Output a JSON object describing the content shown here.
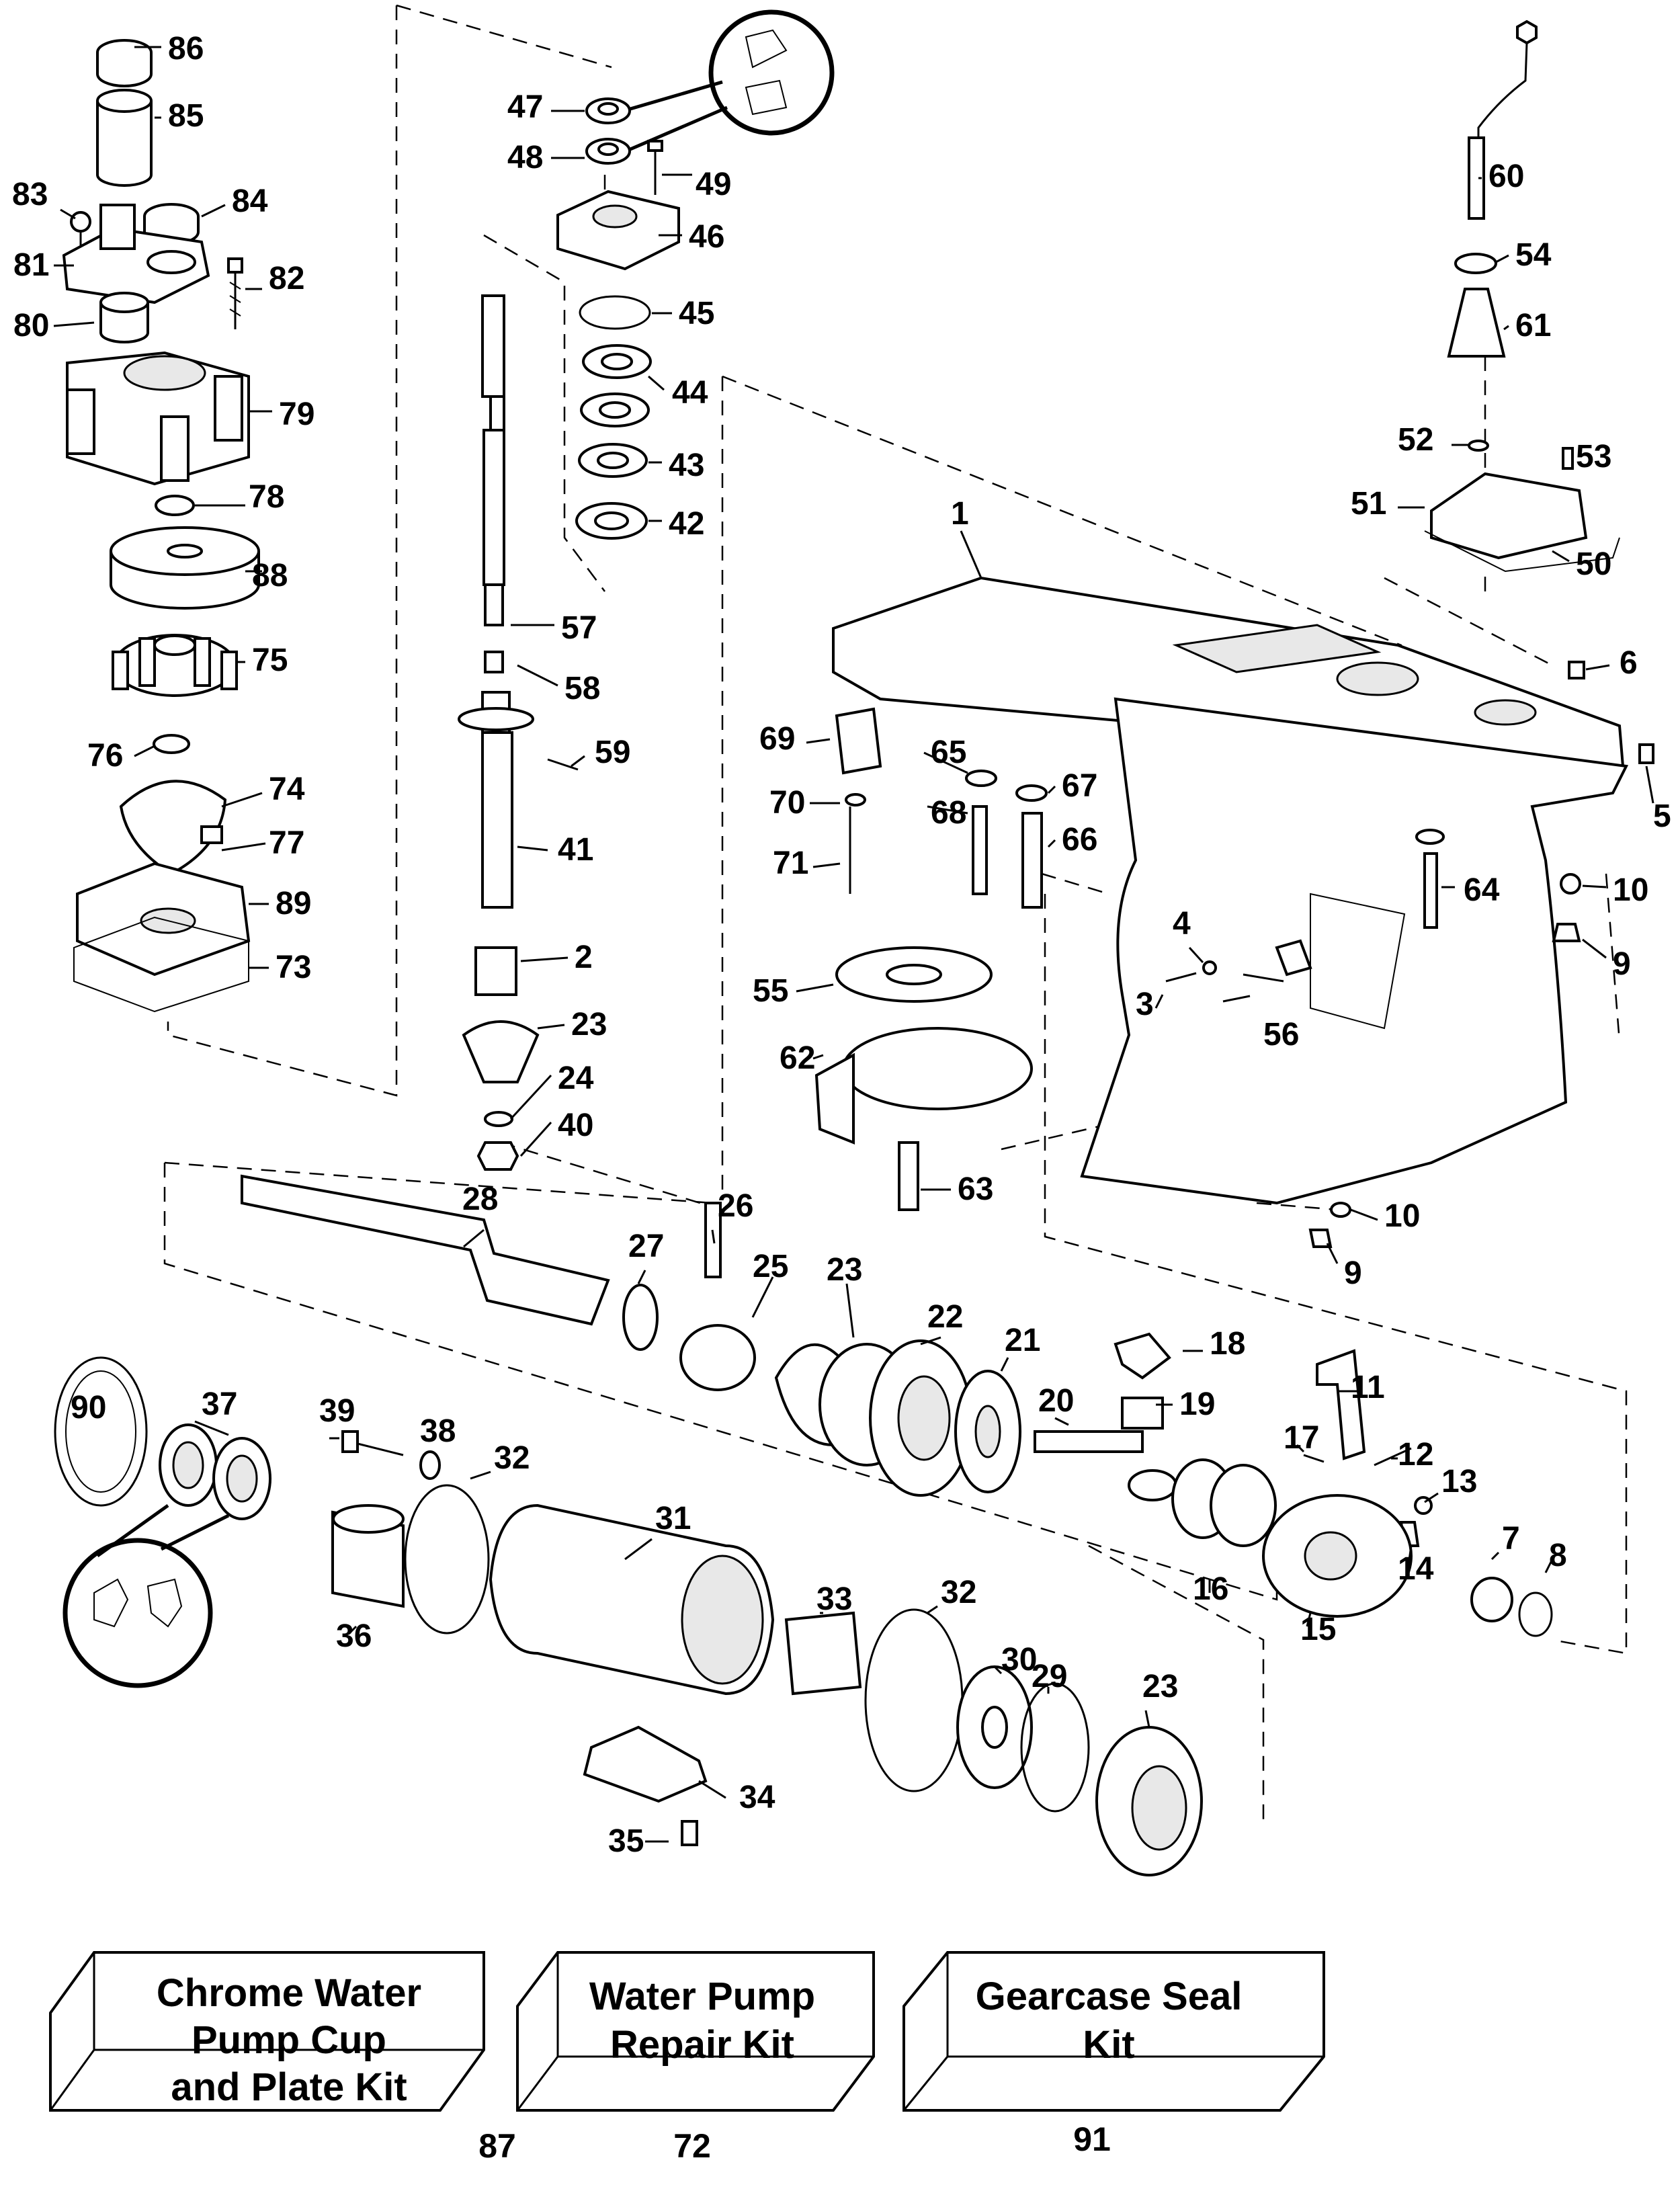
{
  "labels": [
    "86",
    "85",
    "83",
    "84",
    "81",
    "82",
    "80",
    "79",
    "78",
    "88",
    "75",
    "76",
    "74",
    "77",
    "89",
    "73",
    "47",
    "48",
    "49",
    "46",
    "45",
    "44",
    "43",
    "42",
    "57",
    "58",
    "59",
    "41",
    "2",
    "23",
    "24",
    "40",
    "60",
    "54",
    "61",
    "52",
    "53",
    "51",
    "50",
    "1",
    "6",
    "5",
    "10",
    "9",
    "65",
    "67",
    "66",
    "64",
    "69",
    "70",
    "71",
    "68",
    "4",
    "3",
    "56",
    "55",
    "62",
    "63",
    "10",
    "9",
    "28",
    "26",
    "27",
    "25",
    "23",
    "22",
    "21",
    "18",
    "11",
    "20",
    "19",
    "17",
    "12",
    "13",
    "14",
    "7",
    "8",
    "16",
    "15",
    "90",
    "37",
    "39",
    "38",
    "32",
    "31",
    "36",
    "33",
    "32",
    "30",
    "29",
    "23",
    "34",
    "35"
  ],
  "kits": [
    {
      "line1": "Chrome Water",
      "line2": "Pump Cup",
      "line3": "and Plate Kit",
      "number": "87"
    },
    {
      "line1": "Water Pump",
      "line2": "Repair Kit",
      "number": "72"
    },
    {
      "line1": "Gearcase Seal",
      "line2": "Kit",
      "number": "91"
    }
  ]
}
